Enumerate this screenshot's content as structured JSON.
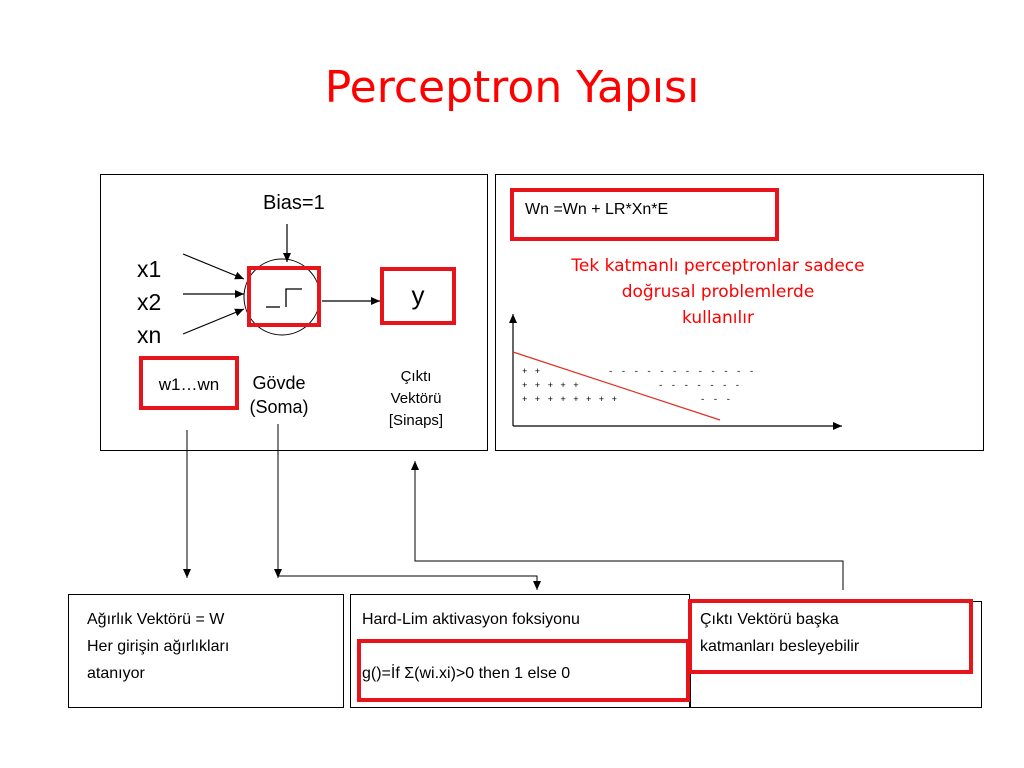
{
  "title": "Perceptron Yapısı",
  "neuron": {
    "bias_label": "Bias=1",
    "inputs": [
      "x1",
      "x2",
      "xn"
    ],
    "output_label": "y",
    "weights_label": "w1…wn",
    "body_label": [
      "Gövde",
      "(Soma)"
    ],
    "output_vector_label": [
      "Çıktı",
      "Vektörü",
      "[Sinaps]"
    ],
    "activation_symbol": "_|‾"
  },
  "rule_panel": {
    "update_rule": "Wn =Wn +  LR*Xn*E",
    "note": [
      "Tek katmanlı perceptronlar sadece",
      "doğrusal problemlerde",
      "kullanılır"
    ],
    "plot_rows": [
      {
        "plus": "+ +",
        "minus": "- - - - - - - - - - - -"
      },
      {
        "plus": "+ + + + +",
        "minus": "- - - - - - -"
      },
      {
        "plus": "+ + + + + + + +",
        "minus": "- - -"
      }
    ]
  },
  "bottom": {
    "weights": [
      "Ağırlık Vektörü = W",
      "Her girişin ağırlıkları",
      "atanıyor"
    ],
    "activation_title": "Hard-Lim aktivasyon foksiyonu",
    "activation_formula": "g()=İf Σ(wi.xi)>0  then 1 else 0",
    "output": [
      "Çıktı Vektörü başka",
      "katmanları besleyebilir"
    ]
  },
  "colors": {
    "accent_red": "#e8141c",
    "title_red": "#ff0000",
    "line_red": "#e03020"
  }
}
